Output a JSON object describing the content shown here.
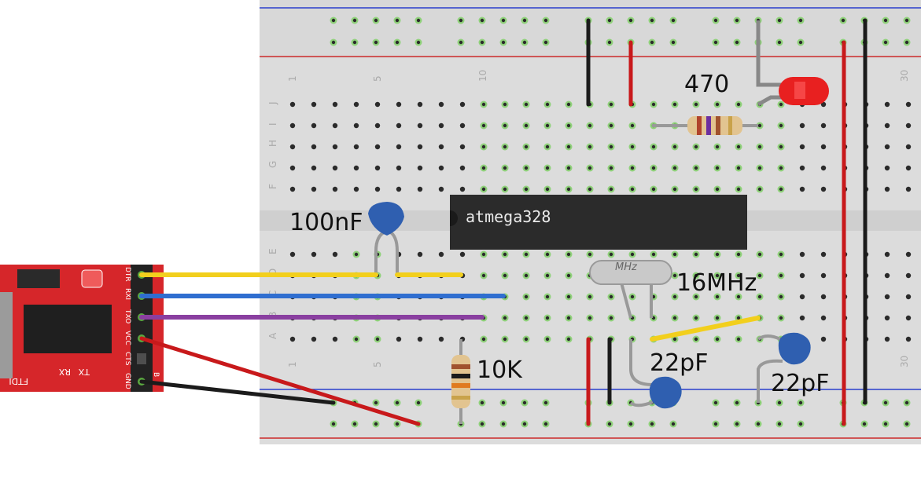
{
  "breadboard": {
    "row_letters_top": [
      "J",
      "I",
      "H",
      "G",
      "F"
    ],
    "row_letters_bottom": [
      "E",
      "D",
      "C",
      "B",
      "A"
    ],
    "column_numbers": [
      "1",
      "5",
      "10",
      "30"
    ]
  },
  "chip": {
    "label": "atmega328"
  },
  "crystal": {
    "marking": "MHz"
  },
  "labels": {
    "resistor_470": "470",
    "cap_100nf": "100nF",
    "crystal_16mhz": "16MHz",
    "cap_22pf_a": "22pF",
    "cap_22pf_b": "22pF",
    "resistor_10k": "10K"
  },
  "ftdi": {
    "name": "FTDI",
    "pins": [
      "DTR",
      "RXI",
      "TXO",
      "VCC",
      "CTS",
      "GND"
    ],
    "tx_label": "TX",
    "rx_label": "RX",
    "side_letter": "B"
  },
  "colors": {
    "board": "#d9d9d9",
    "rail_red": "#cc2a2a",
    "rail_blue": "#2a3fcc",
    "wire_yellow": "#f2cf1d",
    "wire_blue": "#2f6ed0",
    "wire_purple": "#8a3fa0",
    "wire_red": "#c8191b",
    "wire_black": "#1b1b1b",
    "ftdi_red": "#d6262a",
    "capacitor": "#2f5fb0",
    "led": "#e82020"
  }
}
